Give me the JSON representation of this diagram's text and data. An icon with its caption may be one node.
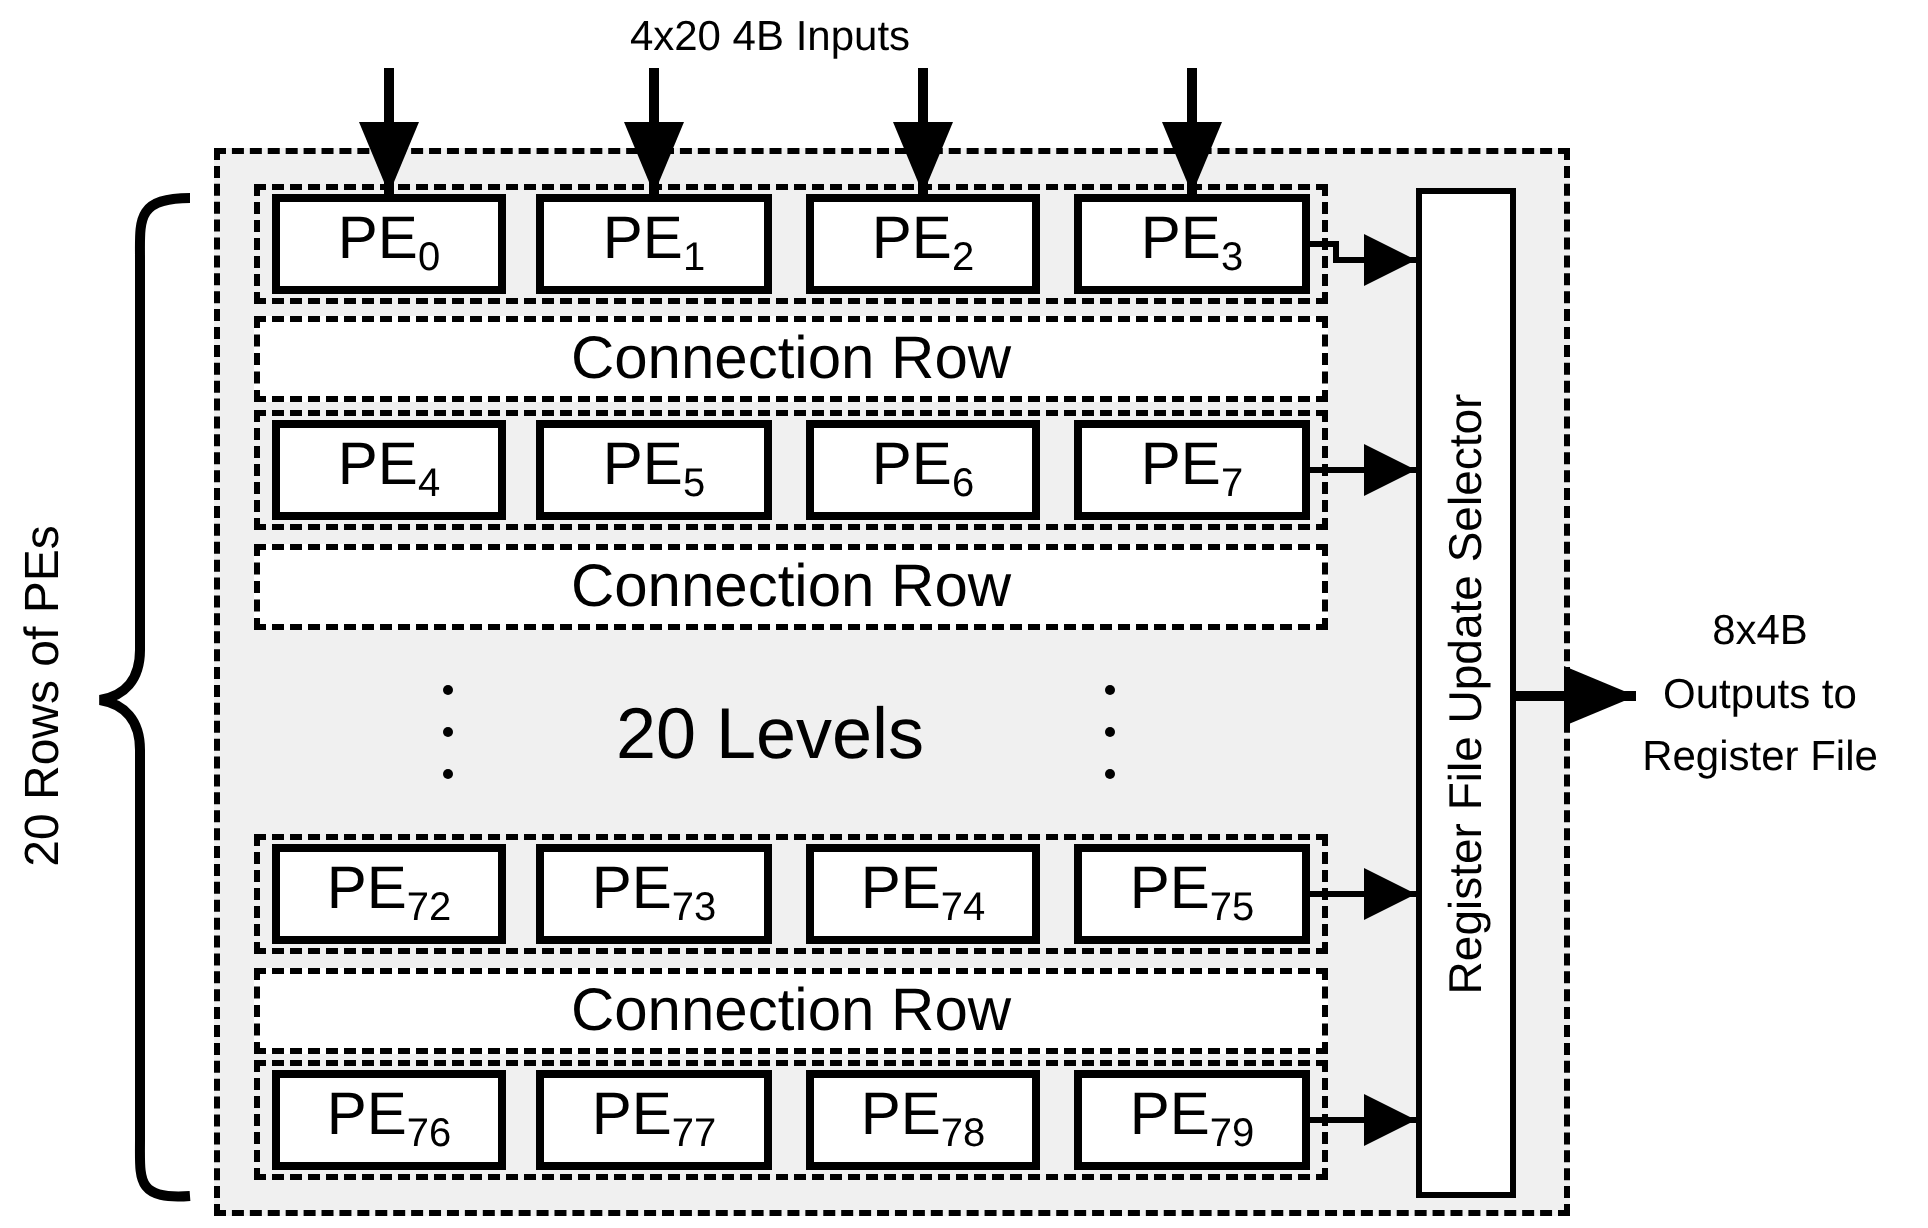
{
  "diagram": {
    "nodes": [
      {
        "text": [],
        "shape": "box"
      },
      {
        "text": [],
        "shape": "box",
        "in": 0
      },
      {
        "text": [
          "PE$_{0}$"
        ],
        "in": 1
      },
      {
        "text": [
          "PE$_{1}$"
        ],
        "in": 1
      },
      {
        "text": [
          "PE$_{2}$"
        ],
        "in": 1
      },
      {
        "text": [
          "PE$_{3}$"
        ],
        "in": 1
      },
      {
        "text": [
          "Connection Row"
        ],
        "in": 0
      },
      {
        "text": [],
        "shape": "box",
        "in": 0
      },
      {
        "text": [
          "PE$_{4}$"
        ],
        "in": 7
      },
      {
        "text": [
          "PE$_{5}$"
        ],
        "in": 7
      },
      {
        "text": [
          "PE$_{6}$"
        ],
        "in": 7
      },
      {
        "text": [
          "PE$_{7}$"
        ],
        "in": 7
      },
      {
        "text": [
          "Connection Row"
        ],
        "in": 0
      },
      {
        "text": [],
        "shape": "box",
        "in": 0
      },
      {
        "text": [
          "PE$_{72}$"
        ],
        "in": 13
      },
      {
        "text": [
          "PE$_{73}$"
        ],
        "in": 13
      },
      {
        "text": [
          "PE$_{74}$"
        ],
        "in": 13
      },
      {
        "text": [
          "PE$_{75}$"
        ],
        "in": 13
      },
      {
        "text": [
          "Connection Row"
        ],
        "in": 0
      },
      {
        "text": [],
        "shape": "box",
        "in": 0
      },
      {
        "text": [
          "PE$_{76}$"
        ],
        "in": 19
      },
      {
        "text": [
          "PE$_{77}$"
        ],
        "in": 19
      },
      {
        "text": [
          "PE$_{78}$"
        ],
        "in": 19
      },
      {
        "text": [
          "PE$_{79}$"
        ],
        "in": 19
      },
      {
        "text": [
          "Register File Update Selector"
        ],
        "in": 0
      },
      {
        "text": [
          "8x4B Outputs to Register File"
        ]
      },
      {
        "text": [
          "4x20 4B Inputs"
        ]
      }
    ],
    "edges": [
      {
        "from": null,
        "to": 2,
        "arrow": "to"
      },
      {
        "from": 26,
        "to": 3,
        "arrow": "to"
      },
      {
        "from": 26,
        "to": 4,
        "arrow": "to"
      },
      {
        "from": null,
        "to": 5,
        "arrow": "to"
      },
      {
        "from": 5,
        "to": 24,
        "arrow": "to"
      },
      {
        "from": 11,
        "to": 24,
        "arrow": "to"
      },
      {
        "from": 17,
        "to": 24,
        "arrow": "to"
      },
      {
        "from": 23,
        "to": 24,
        "arrow": "to"
      },
      {
        "from": 24,
        "to": 25,
        "arrow": "to"
      }
    ],
    "labels": [
      "20 Rows of PEs",
      "20 Levels"
    ]
  }
}
